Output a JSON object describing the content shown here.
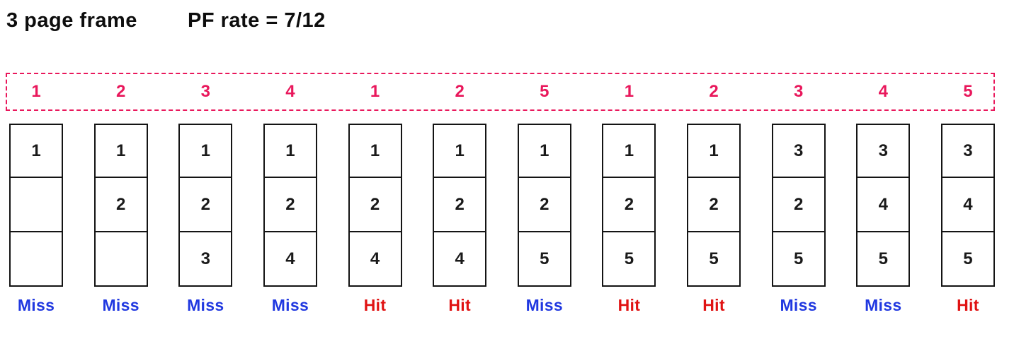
{
  "header": {
    "frame_count_label": "3 page frame",
    "pf_rate_label": "PF rate = 7/12"
  },
  "colors": {
    "reference_pink": "#e9185c",
    "miss_blue": "#2038e0",
    "hit_red": "#e01212",
    "frame_border_black": "#141414"
  },
  "reference_string": [
    "1",
    "2",
    "3",
    "4",
    "1",
    "2",
    "5",
    "1",
    "2",
    "3",
    "4",
    "5"
  ],
  "steps": [
    {
      "frames": [
        "1",
        "",
        ""
      ],
      "result": "Miss"
    },
    {
      "frames": [
        "1",
        "2",
        ""
      ],
      "result": "Miss"
    },
    {
      "frames": [
        "1",
        "2",
        "3"
      ],
      "result": "Miss"
    },
    {
      "frames": [
        "1",
        "2",
        "4"
      ],
      "result": "Miss"
    },
    {
      "frames": [
        "1",
        "2",
        "4"
      ],
      "result": "Hit"
    },
    {
      "frames": [
        "1",
        "2",
        "4"
      ],
      "result": "Hit"
    },
    {
      "frames": [
        "1",
        "2",
        "5"
      ],
      "result": "Miss"
    },
    {
      "frames": [
        "1",
        "2",
        "5"
      ],
      "result": "Hit"
    },
    {
      "frames": [
        "1",
        "2",
        "5"
      ],
      "result": "Hit"
    },
    {
      "frames": [
        "3",
        "2",
        "5"
      ],
      "result": "Miss"
    },
    {
      "frames": [
        "3",
        "4",
        "5"
      ],
      "result": "Miss"
    },
    {
      "frames": [
        "3",
        "4",
        "5"
      ],
      "result": "Hit"
    }
  ]
}
